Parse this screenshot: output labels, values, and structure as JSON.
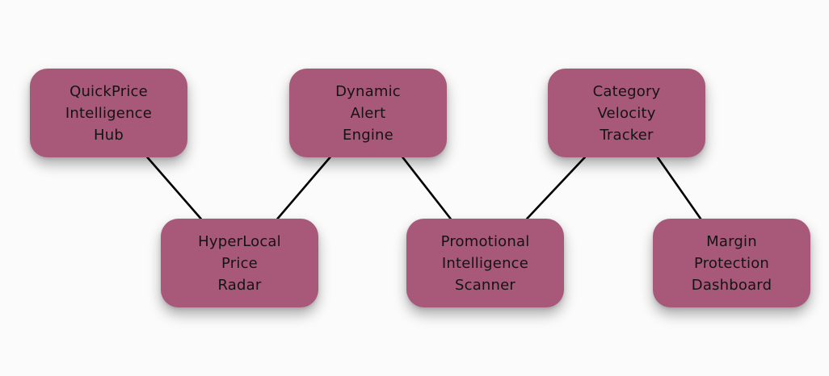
{
  "diagram": {
    "type": "flowchart",
    "background_color": "#fbfbfb",
    "node_fill_color": "#a85878",
    "node_text_color": "#141414",
    "edge_color": "#000000",
    "nodes": [
      {
        "id": "quickprice_hub",
        "label": "QuickPrice\nIntelligence\nHub"
      },
      {
        "id": "dynamic_alert_engine",
        "label": "Dynamic\nAlert\nEngine"
      },
      {
        "id": "category_velocity_tracker",
        "label": "Category\nVelocity\nTracker"
      },
      {
        "id": "hyperlocal_price_radar",
        "label": "HyperLocal\nPrice\nRadar"
      },
      {
        "id": "promotional_intelligence_scanner",
        "label": "Promotional\nIntelligence\nScanner"
      },
      {
        "id": "margin_protection_dashboard",
        "label": "Margin\nProtection\nDashboard"
      }
    ],
    "edges": [
      {
        "from": "quickprice_hub",
        "to": "hyperlocal_price_radar"
      },
      {
        "from": "dynamic_alert_engine",
        "to": "hyperlocal_price_radar"
      },
      {
        "from": "dynamic_alert_engine",
        "to": "promotional_intelligence_scanner"
      },
      {
        "from": "category_velocity_tracker",
        "to": "promotional_intelligence_scanner"
      },
      {
        "from": "category_velocity_tracker",
        "to": "margin_protection_dashboard"
      }
    ]
  }
}
